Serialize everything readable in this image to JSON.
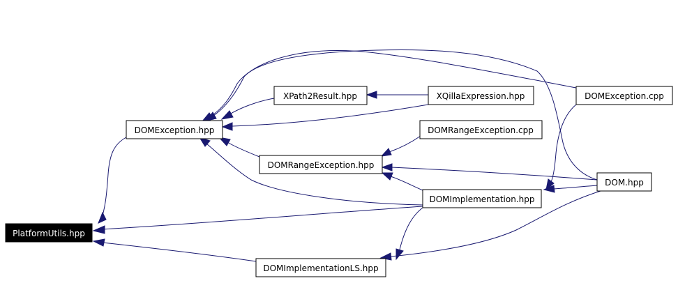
{
  "diagram": {
    "nodes": [
      {
        "id": "platformutils",
        "label": "PlatformUtils.hpp",
        "root": true
      },
      {
        "id": "domexception_hpp",
        "label": "DOMException.hpp"
      },
      {
        "id": "xpath2result",
        "label": "XPath2Result.hpp"
      },
      {
        "id": "xqillaexpression",
        "label": "XQillaExpression.hpp"
      },
      {
        "id": "domexception_cpp",
        "label": "DOMException.cpp"
      },
      {
        "id": "domrangeexception_cpp",
        "label": "DOMRangeException.cpp"
      },
      {
        "id": "domrangeexception_hpp",
        "label": "DOMRangeException.hpp"
      },
      {
        "id": "dom_hpp",
        "label": "DOM.hpp"
      },
      {
        "id": "domimplementation",
        "label": "DOMImplementation.hpp"
      },
      {
        "id": "domimplementationls",
        "label": "DOMImplementationLS.hpp"
      }
    ],
    "edges": [
      {
        "from": "domexception_hpp",
        "to": "platformutils"
      },
      {
        "from": "domimplementation",
        "to": "platformutils"
      },
      {
        "from": "domimplementationls",
        "to": "platformutils"
      },
      {
        "from": "xpath2result",
        "to": "domexception_hpp"
      },
      {
        "from": "xqillaexpression",
        "to": "domexception_hpp"
      },
      {
        "from": "xqillaexpression",
        "to": "xpath2result"
      },
      {
        "from": "domexception_cpp",
        "to": "domexception_hpp"
      },
      {
        "from": "dom_hpp",
        "to": "domexception_hpp"
      },
      {
        "from": "domrangeexception_hpp",
        "to": "domexception_hpp"
      },
      {
        "from": "domimplementation",
        "to": "domexception_hpp"
      },
      {
        "from": "domrangeexception_cpp",
        "to": "domrangeexception_hpp"
      },
      {
        "from": "dom_hpp",
        "to": "domrangeexception_hpp"
      },
      {
        "from": "domimplementation",
        "to": "domrangeexception_hpp"
      },
      {
        "from": "domexception_cpp",
        "to": "domimplementation"
      },
      {
        "from": "dom_hpp",
        "to": "domimplementation"
      },
      {
        "from": "domimplementation",
        "to": "domimplementationls"
      },
      {
        "from": "dom_hpp",
        "to": "domimplementationls"
      }
    ]
  }
}
